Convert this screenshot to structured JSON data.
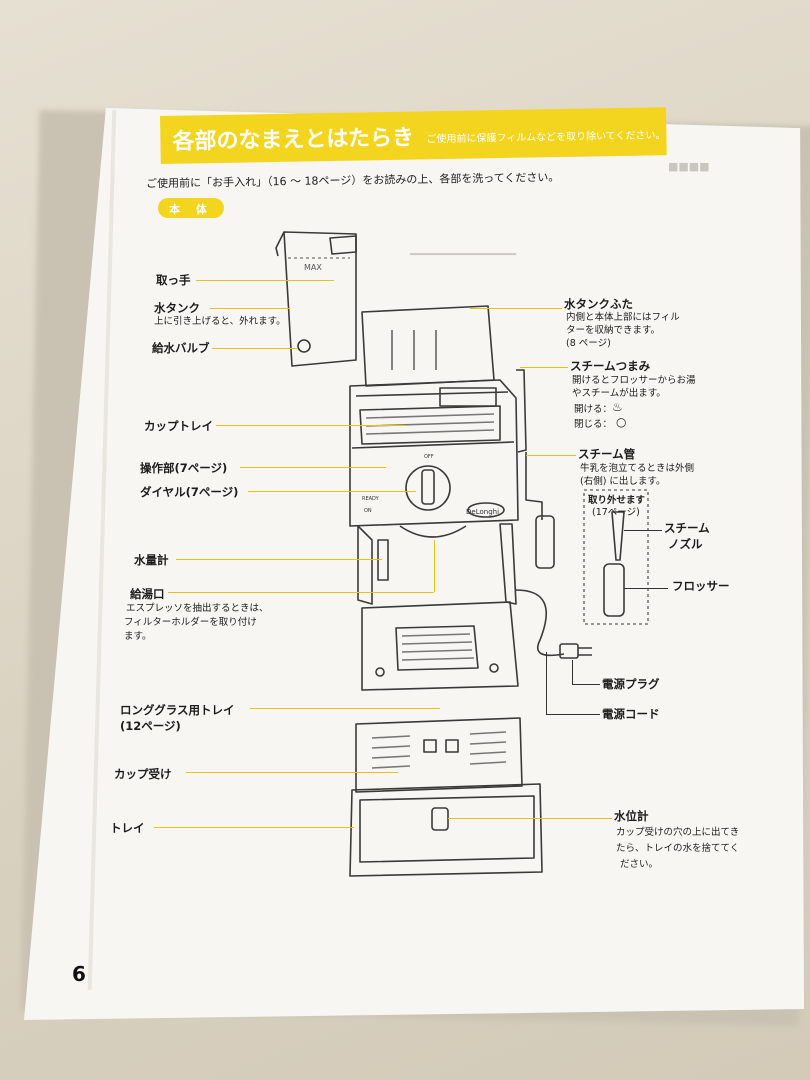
{
  "header": {
    "title": "各部のなまえとはたらき",
    "subtitle": "ご使用前に保護フィルムなどを取り除いてください。"
  },
  "intro": "ご使用前に「お手入れ」（16 ～ 18ページ）をお読みの上、各部を洗ってください。",
  "section_badge": "本 体",
  "labels": {
    "handle": "取っ手",
    "water_tank": "水タンク",
    "water_tank_desc": "上に引き上げると、外れます。",
    "valve": "給水バルブ",
    "cup_tray": "カップトレイ",
    "control": "操作部(7ページ)",
    "dial": "ダイヤル(7ページ)",
    "water_gauge": "水量計",
    "outlet": "給湯口",
    "outlet_desc1": "エスプレッソを抽出するときは、",
    "outlet_desc2": "フィルターホルダーを取り付け",
    "outlet_desc3": "ます。",
    "long_glass_tray1": "ロンググラス用トレイ",
    "long_glass_tray2": "(12ページ)",
    "cup_rest": "カップ受け",
    "tray": "トレイ",
    "tank_lid": "水タンクふた",
    "tank_lid_desc1": "内側と本体上部にはフィル",
    "tank_lid_desc2": "ターを収納できます。",
    "tank_lid_desc3": "(8 ページ)",
    "steam_knob": "スチームつまみ",
    "steam_knob_desc1": "開けるとフロッサーからお湯",
    "steam_knob_desc2": "やスチームが出ます。",
    "open_label": "開ける：",
    "close_label": "閉じる：",
    "steam_pipe": "スチーム管",
    "steam_pipe_desc1": "牛乳を泡立てるときは外側",
    "steam_pipe_desc2": "(右側) に出します。",
    "removable1": "取り外せます",
    "removable2": "(17ページ)",
    "steam_nozzle1": "スチーム",
    "steam_nozzle2": "ノズル",
    "frother": "フロッサー",
    "plug": "電源プラグ",
    "cord": "電源コード",
    "level_gauge": "水位計",
    "level_desc1": "カップ受けの穴の上に出てき",
    "level_desc2": "たら、トレイの水を捨ててく",
    "level_desc3": "ださい。"
  },
  "machine_text": {
    "max": "MAX",
    "brand": "DeLonghi",
    "ready": "READY",
    "on": "ON",
    "off": "OFF"
  },
  "page_number": "6"
}
